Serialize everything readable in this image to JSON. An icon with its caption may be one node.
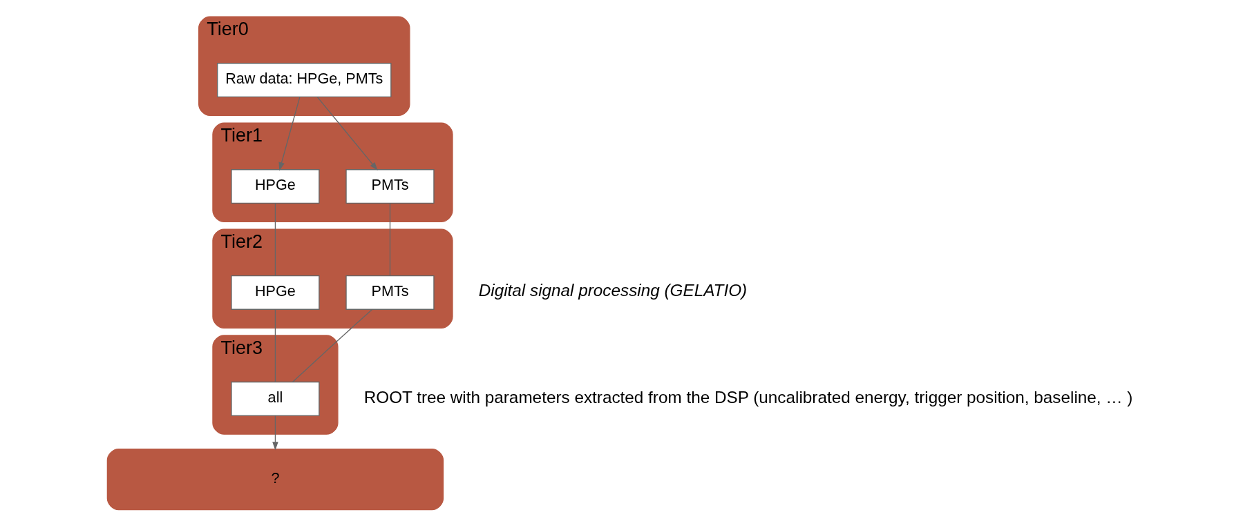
{
  "diagram": {
    "nodes": [
      {
        "text": [
          "Tier0"
        ]
      },
      {
        "text": [
          "Raw data: HPGe, PMTs"
        ],
        "in": 0
      },
      {
        "text": [
          "Tier1"
        ]
      },
      {
        "text": [
          "HPGe"
        ],
        "in": 2
      },
      {
        "text": [
          "PMTs"
        ],
        "in": 2
      },
      {
        "text": [
          "Tier2"
        ]
      },
      {
        "text": [
          "HPGe"
        ],
        "in": 5
      },
      {
        "text": [
          "PMTs"
        ],
        "in": 5
      },
      {
        "text": [
          "Tier3"
        ]
      },
      {
        "text": [
          "all"
        ],
        "in": 8
      },
      {
        "text": [
          "?"
        ]
      }
    ],
    "edges": [
      {
        "from": 1,
        "to": 3,
        "arrow": "to"
      },
      {
        "from": 1,
        "to": 4,
        "arrow": "to"
      },
      {
        "from": 3,
        "to": 6,
        "arrow": "none"
      },
      {
        "from": 4,
        "to": 7,
        "arrow": "none"
      },
      {
        "from": 6,
        "to": 9,
        "arrow": "none"
      },
      {
        "from": 7,
        "to": 9,
        "arrow": "none"
      },
      {
        "from": 9,
        "to": 10,
        "arrow": "to"
      }
    ],
    "labels": [
      "Digital signal processing (GELATIO)",
      "ROOT tree with parameters extracted from the DSP (uncalibrated energy, trigger position, baseline, … )"
    ]
  }
}
